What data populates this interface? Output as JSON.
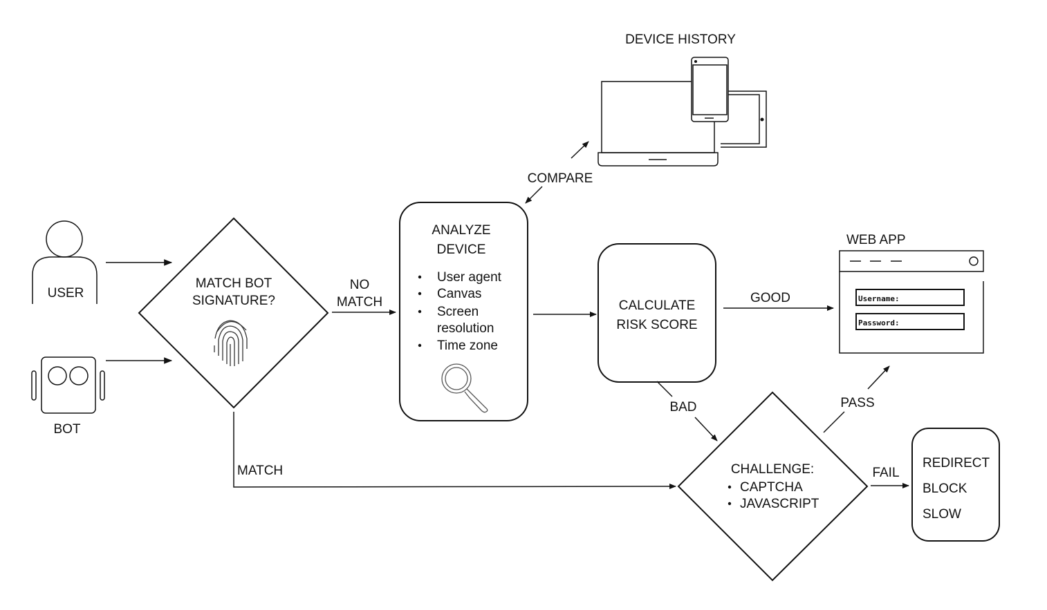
{
  "actors": {
    "user": "USER",
    "bot": "BOT"
  },
  "decision1": {
    "line1": "MATCH BOT",
    "line2": "SIGNATURE?",
    "icon": "fingerprint-icon"
  },
  "edges": {
    "no_match_1": "NO",
    "no_match_2": "MATCH",
    "match": "MATCH",
    "compare": "COMPARE",
    "good": "GOOD",
    "bad": "BAD",
    "pass": "PASS",
    "fail": "FAIL"
  },
  "analyze": {
    "title1": "ANALYZE",
    "title2": "DEVICE",
    "items": [
      "User agent",
      "Canvas",
      "Screen",
      "resolution",
      "Time zone"
    ],
    "icon": "magnifier-icon"
  },
  "device_history": {
    "label": "DEVICE HISTORY"
  },
  "risk": {
    "line1": "CALCULATE",
    "line2": "RISK SCORE"
  },
  "webapp": {
    "label": "WEB APP",
    "username": "Username:",
    "password": "Password:"
  },
  "challenge": {
    "title": "CHALLENGE:",
    "items": [
      "CAPTCHA",
      "JAVASCRIPT"
    ]
  },
  "outcomes": [
    "REDIRECT",
    "BLOCK",
    "SLOW"
  ]
}
